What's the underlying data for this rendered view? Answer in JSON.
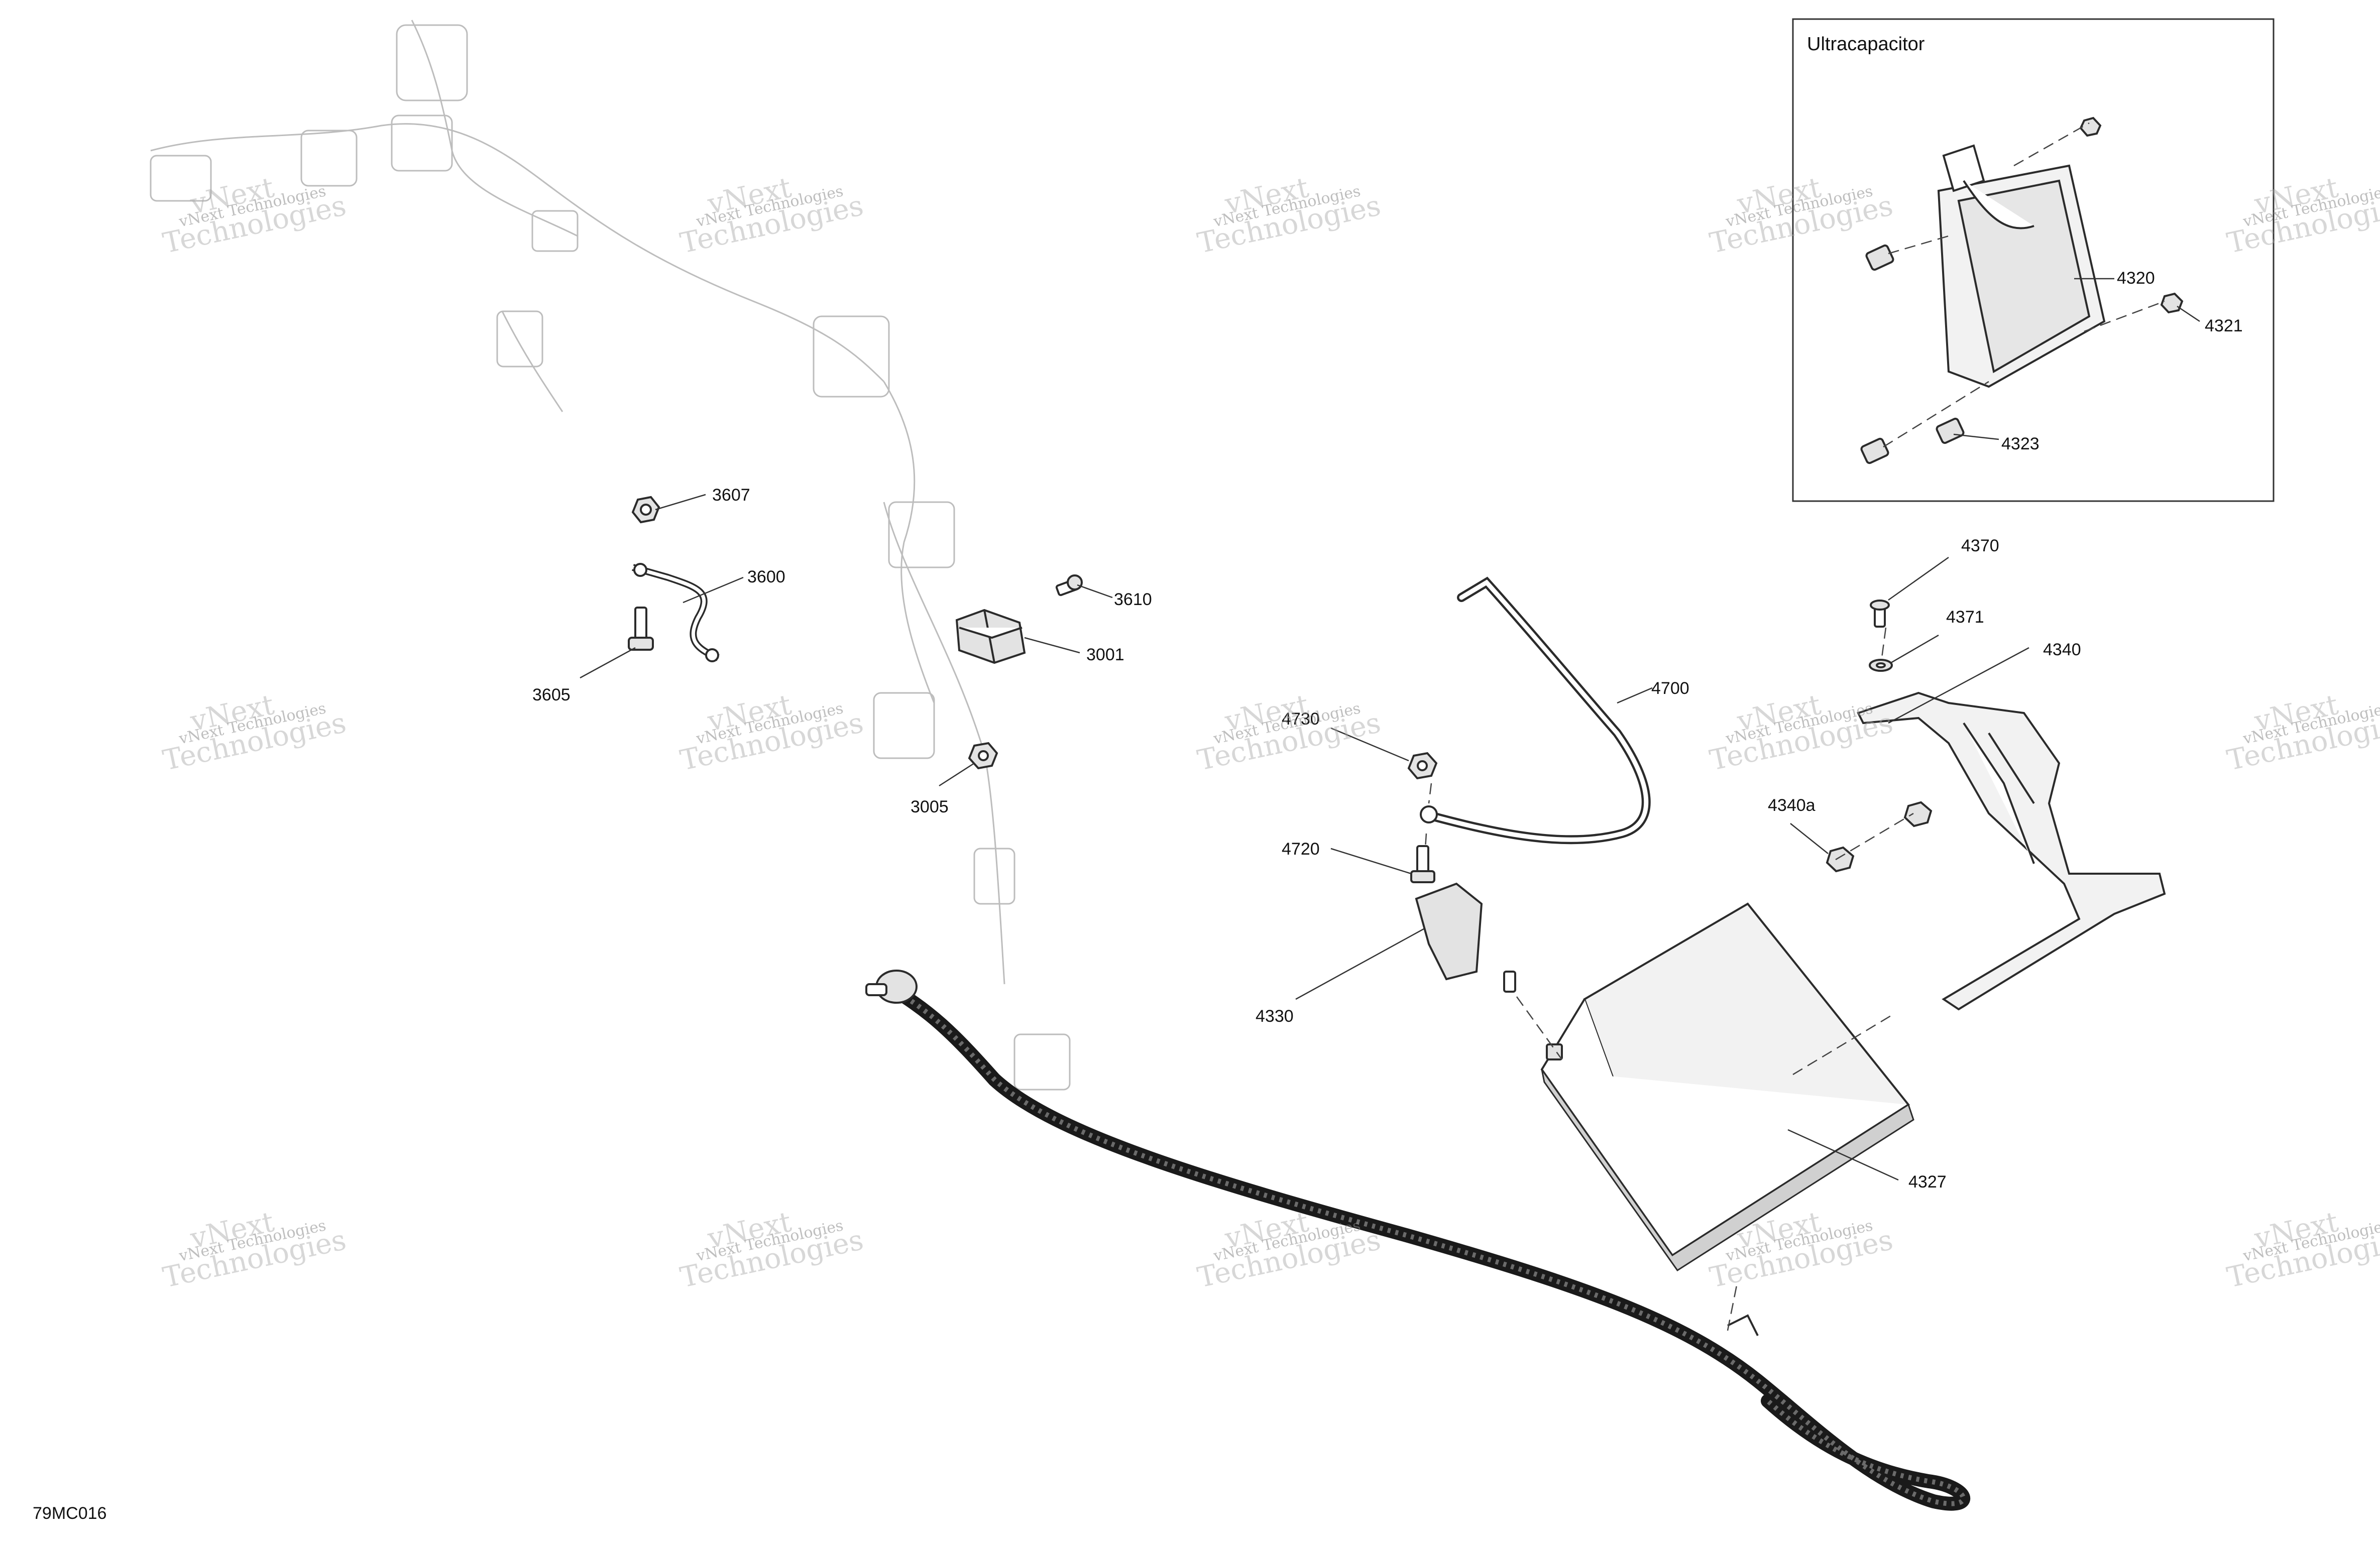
{
  "drawing_code": "79MC016",
  "inset": {
    "title": "Ultracapacitor"
  },
  "callouts": {
    "c3607": "3607",
    "c3600": "3600",
    "c3605": "3605",
    "c3610": "3610",
    "c3001": "3001",
    "c3005": "3005",
    "c4730": "4730",
    "c4720": "4720",
    "c4700": "4700",
    "c4330": "4330",
    "c4327": "4327",
    "c4370": "4370",
    "c4371": "4371",
    "c4340": "4340",
    "c4340a": "4340a",
    "c4320": "4320",
    "c4321": "4321",
    "c4323": "4323"
  },
  "watermark": {
    "line1": "vNext Technologies",
    "line2": "vNext",
    "line3": "Technologies"
  }
}
